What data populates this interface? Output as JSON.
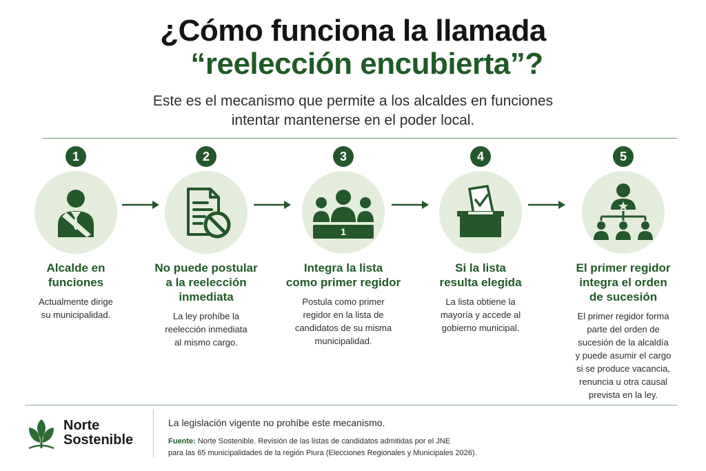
{
  "title": {
    "line1": "¿Cómo funciona la llamada",
    "line2": "“reelección encubierta”?"
  },
  "subtitle": {
    "line1": "Este es el mecanismo que permite a los alcaldes en funciones",
    "line2": "intentar mantenerse en el poder local."
  },
  "steps": [
    {
      "number": "1",
      "icon": "mayor-with-sash-icon",
      "heading": "Alcalde en\nfunciones",
      "description": "Actualmente dirige\nsu municipalidad."
    },
    {
      "number": "2",
      "icon": "document-prohibited-icon",
      "heading": "No puede postular\na la reelección\ninmediata",
      "description": "La ley prohíbe la\nreelección inmediata\nal mismo cargo."
    },
    {
      "number": "3",
      "icon": "candidate-group-icon",
      "badge": "1",
      "heading": "Integra la lista\ncomo primer regidor",
      "description": "Postula como primer\nregidor en la lista de\ncandidatos de su misma\nmunicipalidad."
    },
    {
      "number": "4",
      "icon": "ballot-box-icon",
      "heading": "Si la lista\nresulta elegida",
      "description": "La lista obtiene la\nmayoría y accede al\ngobierno municipal."
    },
    {
      "number": "5",
      "icon": "org-chart-star-icon",
      "heading": "El primer regidor\nintegra el orden\nde sucesión",
      "description": "El primer regidor forma\nparte del orden de\nsucesión de la alcaldía\ny puede asumir el cargo\nsi se produce vacancia,\nrenuncia u otra causal\nprevista en la ley."
    }
  ],
  "footer": {
    "brand": "Norte\nSostenible",
    "note": "La legislación vigente no prohíbe este mecanismo.",
    "source_label": "Fuente:",
    "source_line1": " Norte Sostenible. Revisión de las listas de candidatos admitidas por el JNE",
    "source_line2": "para las 65 municipalidades de la región Piura (Elecciones Regionales y Municipales 2026)."
  },
  "colors": {
    "primary_green": "#24572b",
    "heading_green": "#1f5a26",
    "circle_bg": "#e4eddc"
  }
}
